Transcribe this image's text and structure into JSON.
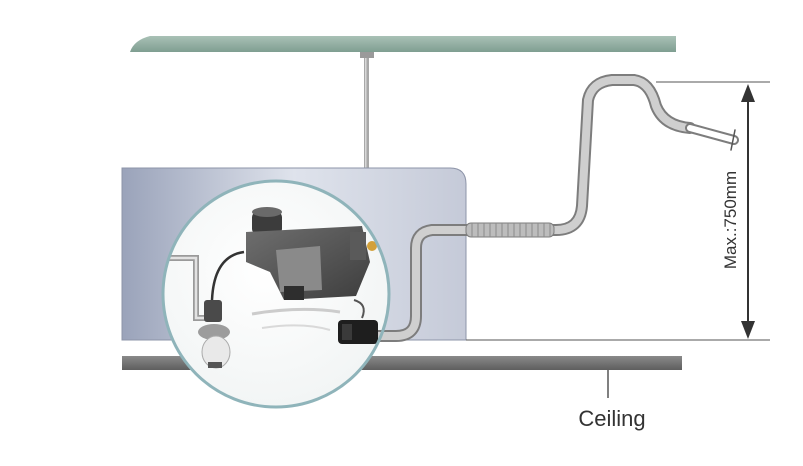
{
  "labels": {
    "ceiling": "Ceiling",
    "max_height": "Max.:750mm"
  },
  "colors": {
    "slab": "#7f9e91",
    "slab_light": "#a9c1b6",
    "ceiling_panel": "#6a6a6a",
    "unit_body": "#c3c9d8",
    "pipe": "#b5b5b5",
    "pipe_dark": "#7d7d7d",
    "line": "#555555",
    "magnifier_ring": "#8fb4ba"
  },
  "icons": {
    "magnifier": "drain-pump-detail",
    "pipe": "drain-pipe",
    "hanger": "hanger-rod"
  }
}
